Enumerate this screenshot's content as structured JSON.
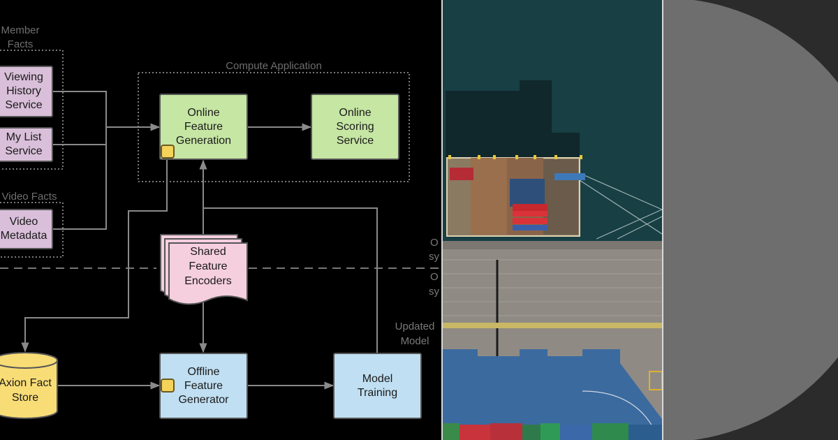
{
  "diagram": {
    "member_facts_label": "Member\nFacts",
    "video_facts_label": "Video Facts",
    "compute_application_label": "Compute Application",
    "viewing_history_service": "Viewing\nHistory\nService",
    "my_list_service": "My List\nService",
    "video_metadata": "Video\nMetadata",
    "online_feature_generation": "Online\nFeature\nGeneration",
    "online_scoring_service": "Online\nScoring\nService",
    "shared_feature_encoders": "Shared\nFeature\nEncoders",
    "axion_fact_store": "Axion Fact\nStore",
    "offline_feature_generator": "Offline\nFeature\nGenerator",
    "model_training": "Model\nTraining",
    "updated_model_label": "Updated\nModel",
    "cut_off_upper": "O",
    "cut_off_upper_2": "sy",
    "cut_off_lower": "O",
    "cut_off_lower_2": "sy"
  },
  "colors": {
    "purple_box": "#d9bfd9",
    "green_box": "#c6e6a4",
    "blue_box": "#c0dff2",
    "pink_doc": "#f6cfdf",
    "yellow_store": "#f8dd76",
    "flag_yellow": "#f5d35a"
  },
  "photo": {
    "subject": "aerial-container-port-image"
  },
  "circle": {
    "subject": "grey-circle-graphic"
  }
}
